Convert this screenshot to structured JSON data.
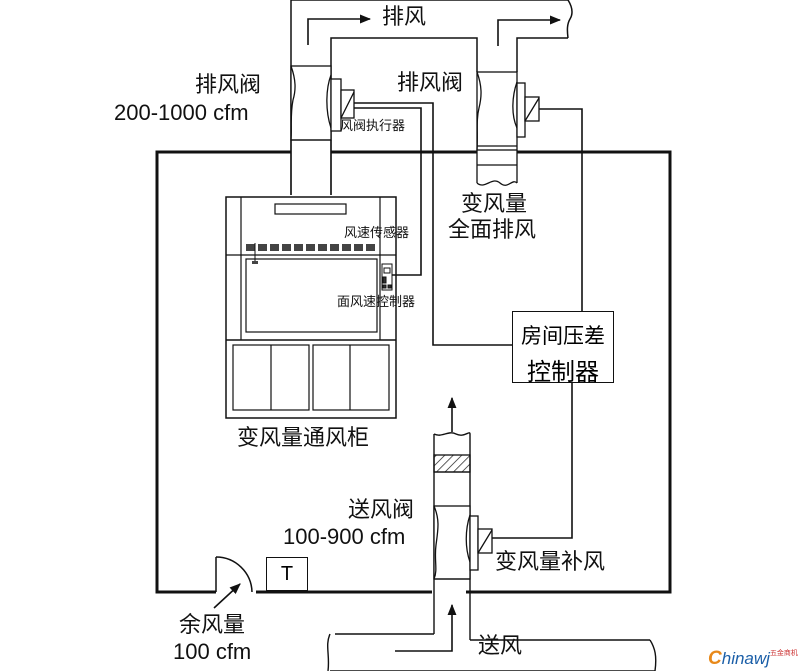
{
  "diagram": {
    "title": "变风量通风柜与房间压差控制系统示意图",
    "labels": {
      "exhaust_top": "排风",
      "exhaust_valve_left": "排风阀",
      "exhaust_valve_left_range": "200-1000 cfm",
      "exhaust_valve_right": "排风阀",
      "damper_actuator": "风阀执行器",
      "vav_general_exhaust_line1": "变风量",
      "vav_general_exhaust_line2": "全面排风",
      "airflow_sensor": "风速传感器",
      "face_velocity_controller": "面风速控制器",
      "room_pressure_controller_line1": "房间压差",
      "room_pressure_controller_line2": "控制器",
      "vav_fume_hood": "变风量通风柜",
      "supply_valve": "送风阀",
      "supply_valve_range": "100-900 cfm",
      "vav_makeup_air": "变风量补风",
      "residual_air": "余风量",
      "residual_air_value": "100 cfm",
      "supply_air": "送风",
      "thermostat": "T"
    },
    "watermark": {
      "brand_first": "C",
      "brand_rest": "hinawj",
      "sub": "五金商机网 .com.cn"
    }
  }
}
